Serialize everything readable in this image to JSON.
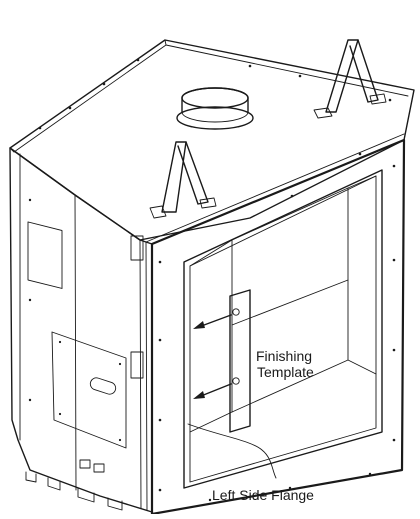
{
  "diagram": {
    "labels": {
      "finishing_template_line1": "Finishing",
      "finishing_template_line2": "Template",
      "left_side_flange": "Left Side Flange"
    },
    "colors": {
      "line": "#1a1a1a",
      "template_fill": "#c8c8c8",
      "background": "#ffffff"
    }
  }
}
